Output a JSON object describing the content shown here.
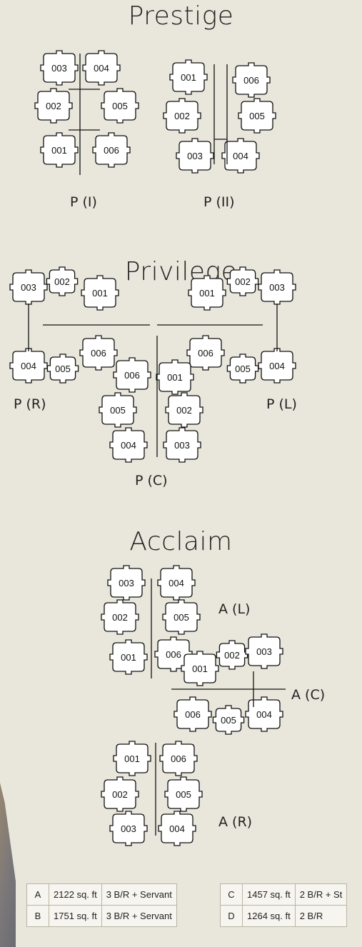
{
  "sections": {
    "prestige": "Prestige",
    "privilege": "Privilege",
    "acclaim": "Acclaim"
  },
  "captions": {
    "p1": "P (I)",
    "p2": "P (II)",
    "pr": "P (R)",
    "pl": "P (L)",
    "pc": "P (C)",
    "al": "A (L)",
    "ac": "A (C)",
    "ar": "A (R)"
  },
  "unit_numbers": [
    "001",
    "002",
    "003",
    "004",
    "005",
    "006"
  ],
  "legend": {
    "left": [
      {
        "type": "A",
        "area": "2122 sq. ft",
        "config": "3 B/R + Servant"
      },
      {
        "type": "B",
        "area": "1751 sq. ft",
        "config": "3 B/R + Servant"
      }
    ],
    "right": [
      {
        "type": "C",
        "area": "1457 sq. ft",
        "config": "2 B/R + St"
      },
      {
        "type": "D",
        "area": "1264 sq. ft",
        "config": "2 B/R"
      }
    ]
  }
}
